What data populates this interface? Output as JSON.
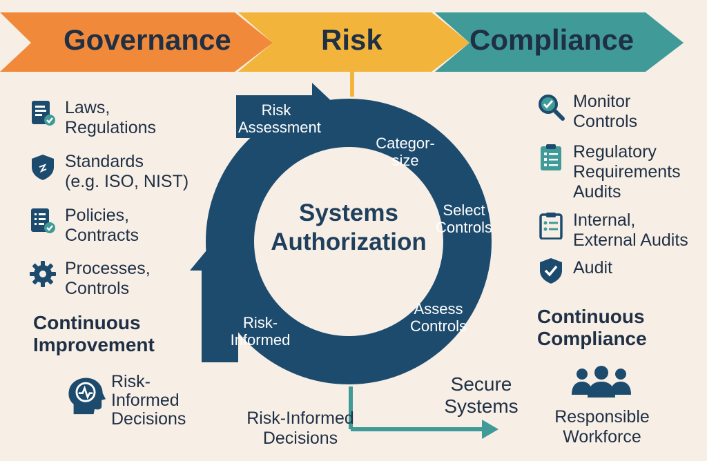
{
  "banner": {
    "governance": "Governance",
    "risk": "Risk",
    "compliance": "Compliance"
  },
  "colors": {
    "governance": "#f08a3a",
    "risk": "#f2b43a",
    "compliance": "#3f9a98",
    "cycle": "#1d4b6e",
    "background": "#f7efe6",
    "text": "#1f2f44"
  },
  "governance": {
    "items": [
      {
        "icon": "document-check-icon",
        "label": "Laws,\nRegulations"
      },
      {
        "icon": "shield-icon",
        "label": "Standards\n(e.g. ISO, NIST)"
      },
      {
        "icon": "checklist-icon",
        "label": "Policies,\nContracts"
      },
      {
        "icon": "gear-icon",
        "label": "Processes,\nControls"
      }
    ],
    "improvement": "Continuous\nImprovement",
    "decision": {
      "icon": "head-brain-icon",
      "label": "Risk-\nInformed\nDecisions"
    }
  },
  "cycle": {
    "center": "Systems\nAuthorization",
    "steps": [
      "Risk\nAssessment",
      "Categor-\nsize",
      "Select\nControls",
      "Assess\nControls",
      "Risk-\nInformed"
    ]
  },
  "bottom": {
    "decisions": "Risk-Informed\nDecisions",
    "secure": "Secure\nSystems"
  },
  "compliance": {
    "items": [
      {
        "icon": "magnifier-check-icon",
        "label": "Monitor\nControls"
      },
      {
        "icon": "clipboard-list-icon",
        "label": "Regulatory\nRequirements\nAudits"
      },
      {
        "icon": "clipboard-icon",
        "label": "Internal,\nExternal Audits"
      },
      {
        "icon": "shield-check-icon",
        "label": "Audit"
      }
    ],
    "continuous": "Continuous\nCompliance",
    "workforce": {
      "icon": "people-icon",
      "label": "Responsible\nWorkforce"
    }
  }
}
